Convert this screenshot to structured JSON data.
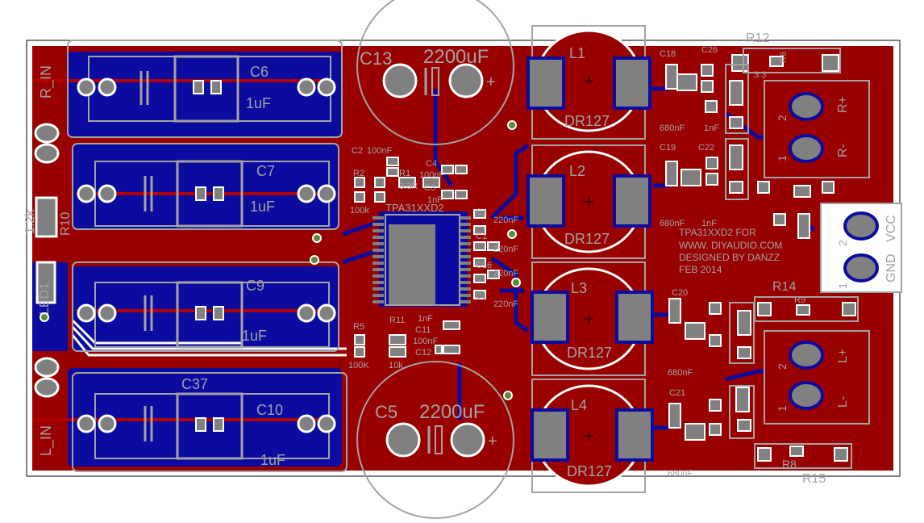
{
  "colors": {
    "background": "#ffffff",
    "copper_top": "#990000",
    "copper_bottom": "#0b0ba0",
    "pad": "#808080",
    "silk": "#a3a3a3",
    "outline": "#000000"
  },
  "connectors": {
    "right_input": "R_IN",
    "left_input": "L_IN",
    "right_plus": "R+",
    "right_minus": "R-",
    "left_plus": "L+",
    "left_minus": "L-",
    "gnd": "GND",
    "vcc": "VCC",
    "pin1": "1",
    "pin2": "2"
  },
  "caps_film": {
    "c6": {
      "ref": "C6",
      "value": "1uF"
    },
    "c7": {
      "ref": "C7",
      "value": "1uF"
    },
    "c9": {
      "ref": "C9",
      "value": "1uF"
    },
    "c10": {
      "ref": "C10",
      "value": "1uF"
    },
    "c37": {
      "ref": "C37"
    }
  },
  "caps_electrolytic": {
    "c13": {
      "ref": "C13",
      "value": "2200uF"
    },
    "c5": {
      "ref": "C5",
      "value": "2200uF"
    }
  },
  "inductors": {
    "l1": {
      "ref": "L1",
      "value": "DR127"
    },
    "l2": {
      "ref": "L2",
      "value": "DR127"
    },
    "l3": {
      "ref": "L3",
      "value": "DR127"
    },
    "l4": {
      "ref": "L4",
      "value": "DR127"
    }
  },
  "small_parts": {
    "c2": "C2",
    "c2_val": "100nF",
    "r2": "R2",
    "r2_val": "100k",
    "r1": "R1",
    "r1_val": "3.3R",
    "c4": "C4",
    "c4_val": "100nF",
    "c3": "C3",
    "c3_val": "1nF",
    "ic": "TPA31XXD2",
    "c14_val": "220nF",
    "c15_val": "220nF",
    "c16_val": "220nF",
    "c17_val": "220nF",
    "c_ref_mid1": "C1",
    "c_ref_mid2": "C1",
    "c_ref_mid3": "C16",
    "c_ref_mid4": "C1",
    "r5": "R5",
    "r5_val": "100K",
    "r11": "R11",
    "r11_val": "10k",
    "c11": "C11",
    "c11_val": "100nF",
    "c12": "C12",
    "c12_val": "1nF",
    "r10": "R10",
    "r10_val": "1.2k",
    "led1": "LED1"
  },
  "filter_parts": {
    "c18": "C18",
    "c18_val": "680nF",
    "c26": "C26",
    "c26_val": "1nF",
    "r12": "R12",
    "r12_val": "3.3",
    "c19": "C19",
    "c19_val": "680nF",
    "c22": "C22",
    "c22_val": "1nF",
    "c20": "C20",
    "c20_val": "680nF",
    "c21": "C21",
    "c21_val": "680nF",
    "r14": "R14",
    "r15": "R15",
    "r8": "R8",
    "r9": "R9",
    "r6": "R6"
  },
  "credits": {
    "line1": "TPA31XXD2 FOR",
    "line2": "WWW. DIYAUDIO.COM",
    "line3": "DESIGNED BY DANZZ",
    "line4": "FEB 2014"
  }
}
